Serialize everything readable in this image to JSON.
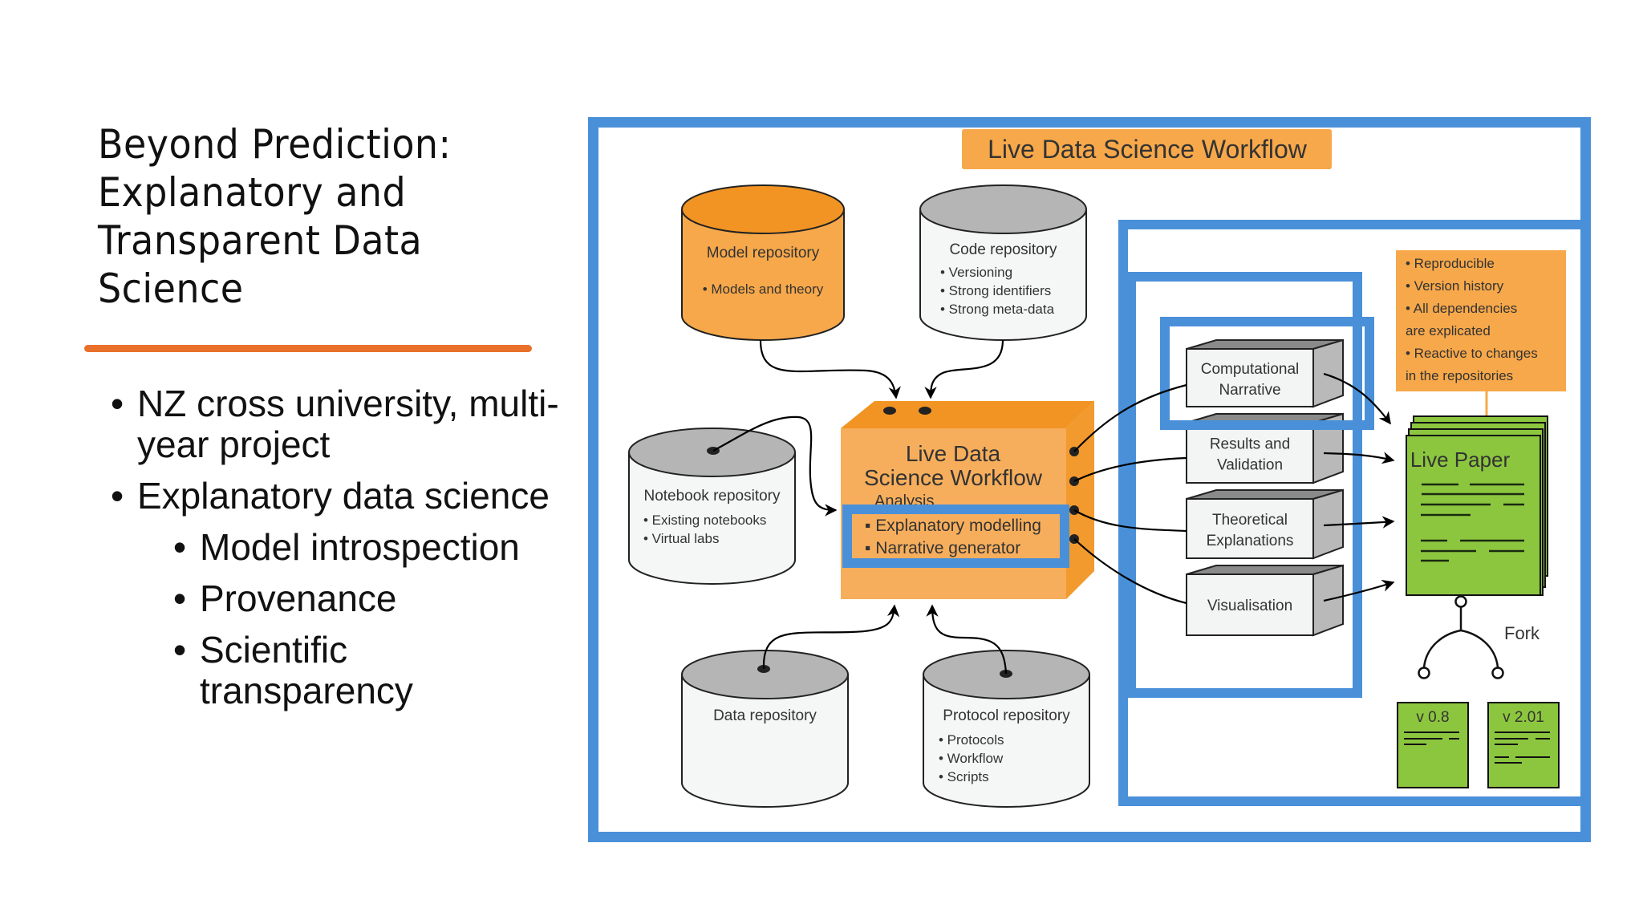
{
  "slide": {
    "title": "Beyond Prediction: Explanatory and Transparent Data Science",
    "bullets": [
      {
        "text": "NZ cross university, multi-year project",
        "level": 1
      },
      {
        "text": "Explanatory data science",
        "level": 1
      },
      {
        "text": "Model introspection",
        "level": 2
      },
      {
        "text": "Provenance",
        "level": 2
      },
      {
        "text": "Scientific transparency",
        "level": 2
      }
    ]
  },
  "diagram": {
    "header": "Live Data Science Workflow",
    "colors": {
      "frame": "#4a90d9",
      "orange": "#f7a84a",
      "orange_dark": "#f29423",
      "green": "#8cc63f",
      "cyl_top_grey": "#b5b5b5",
      "cyl_body": "#f5f6f6"
    },
    "repositories": {
      "model": {
        "title": "Model repository",
        "items": [
          "Models and theory"
        ]
      },
      "code": {
        "title": "Code repository",
        "items": [
          "Versioning",
          "Strong identifiers",
          "Strong meta-data"
        ]
      },
      "notebook": {
        "title": "Notebook repository",
        "items": [
          "Existing notebooks",
          "Virtual labs"
        ]
      },
      "data": {
        "title": "Data repository",
        "items": []
      },
      "protocol": {
        "title": "Protocol repository",
        "items": [
          "Protocols",
          "Workflow",
          "Scripts"
        ]
      }
    },
    "central": {
      "title_line1": "Live Data",
      "title_line2": "Science Workflow",
      "subtitle": "Analysis",
      "items": [
        "Explanatory modelling",
        "Narrative generator"
      ]
    },
    "outputs": [
      {
        "line1": "Computational",
        "line2": "Narrative"
      },
      {
        "line1": "Results and",
        "line2": "Validation"
      },
      {
        "line1": "Theoretical",
        "line2": "Explanations"
      },
      {
        "line1": "Visualisation",
        "line2": ""
      }
    ],
    "notes": [
      "• Reproducible",
      "• Version history",
      "• All dependencies",
      "are explicated",
      "• Reactive to changes",
      "in the repositories"
    ],
    "live_paper": "Live Paper",
    "fork_label": "Fork",
    "versions": [
      "v 0.8",
      "v 2.01"
    ]
  }
}
